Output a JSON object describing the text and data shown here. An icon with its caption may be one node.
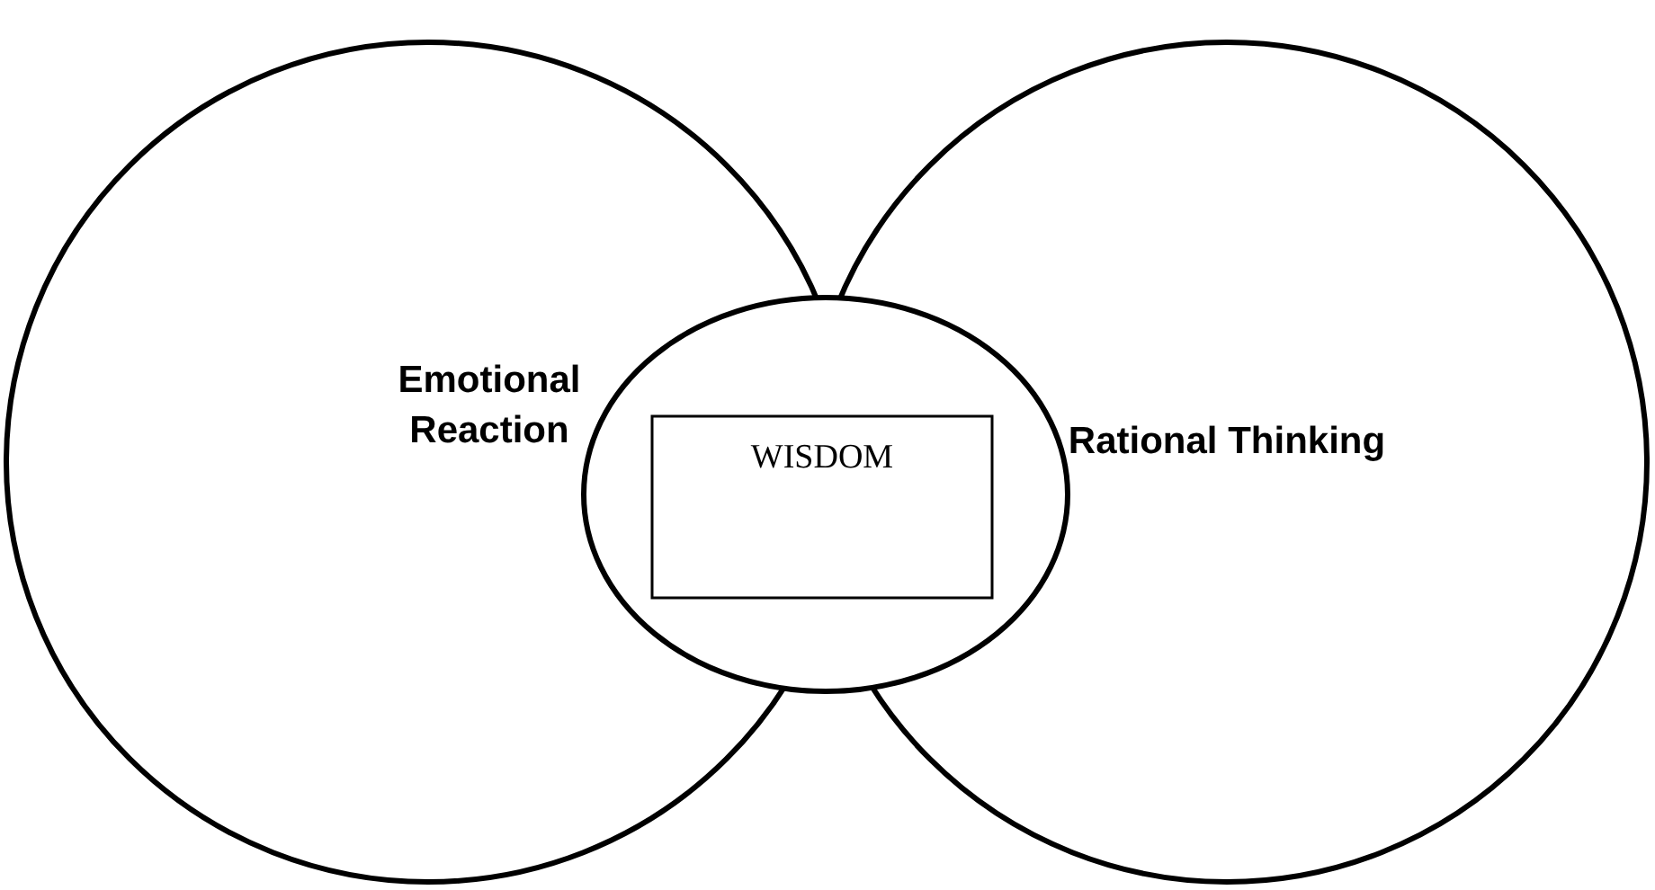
{
  "diagram": {
    "nodes": [
      {
        "text": [
          "Emotional Reaction"
        ]
      },
      {
        "text": [
          "Rational Thinking"
        ]
      },
      {
        "text": [],
        "shape": "ellipse"
      },
      {
        "text": [
          "WISDOM"
        ],
        "in": 2
      }
    ],
    "edges": []
  }
}
